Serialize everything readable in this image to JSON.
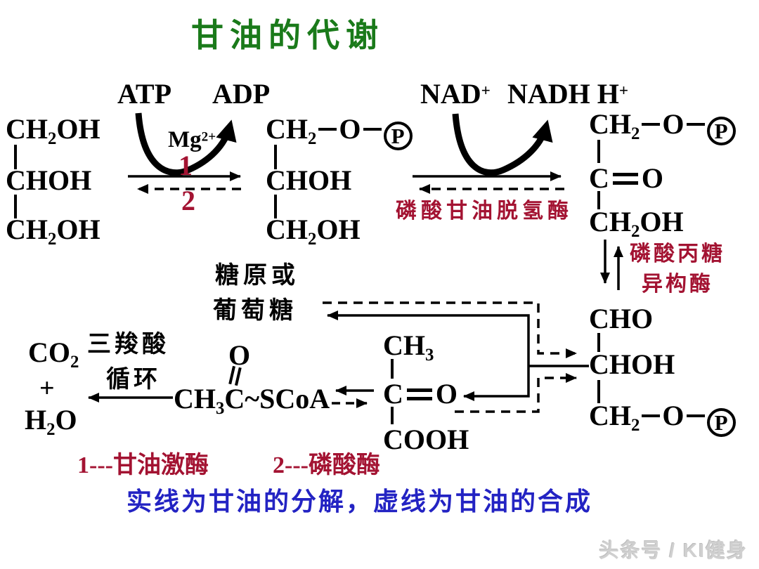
{
  "colors": {
    "darkred": "#a31332",
    "green": "#1a7a1a",
    "blue": "#2323c3",
    "watermark_gray": "#d0d0d0"
  },
  "title": "甘油的代谢",
  "reaction1": {
    "substrate_cofactor": "ATP",
    "product_cofactor": "ADP",
    "catalyst": "Mg{2+}",
    "forward_num": "1",
    "reverse_num": "2"
  },
  "reaction2": {
    "substrate_cofactor": "NAD{+}",
    "product_cofactor": "NADH H{+}",
    "enzyme": "磷酸甘油脱氢酶"
  },
  "isomerase": {
    "line1": "磷酸丙糖",
    "line2": "异构酶"
  },
  "molecules": {
    "glycerol": {
      "r1": "CH[2]OH",
      "r2": "CHOH",
      "r3": "CH[2]OH"
    },
    "glycerol3p": {
      "r1": "CH[2]-O-Ⓟ",
      "r2": "CHOH",
      "r3": "CH[2]OH"
    },
    "dhap": {
      "r1": "CH[2]-O-Ⓟ",
      "r2": "C=O",
      "r3": "CH[2]OH"
    },
    "gap": {
      "r1": "CHO",
      "r2": "CHOH",
      "r3": "CH[2]-O-Ⓟ"
    },
    "pyruvate": {
      "r1": "CH[3]",
      "r2": "C=O",
      "r3": "COOH"
    },
    "acetyl_coa": {
      "oxygen": "O",
      "main": "CH[3]C~SCoA"
    },
    "end_products": {
      "co2": "CO[2]",
      "plus": "+",
      "h2o": "H[2]O"
    }
  },
  "labels": {
    "glycogen_line1": "糖原或",
    "glycogen_line2": "葡萄糖",
    "tca_line1": "三羧酸",
    "tca_line2": "循环",
    "legend1": "1---甘油激酶",
    "legend2": "2---磷酸酶",
    "caption": "实线为甘油的分解，虚线为甘油的合成",
    "watermark": "头条号 / KI健身"
  }
}
